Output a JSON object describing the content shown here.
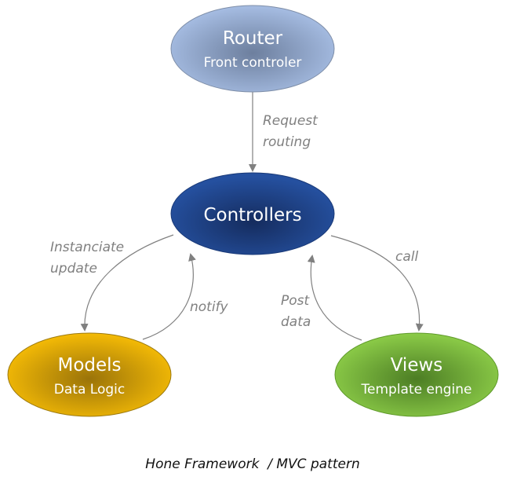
{
  "nodes": {
    "router": {
      "title": "Router",
      "subtitle": "Front controler"
    },
    "controllers": {
      "title": "Controllers"
    },
    "models": {
      "title": "Models",
      "subtitle": "Data Logic"
    },
    "views": {
      "title": "Views",
      "subtitle": "Template engine"
    }
  },
  "edges": {
    "request_routing": {
      "line1": "Request",
      "line2": "routing"
    },
    "instanciate_update": {
      "line1": "Instanciate",
      "line2": "update"
    },
    "notify": {
      "line1": "notify"
    },
    "call": {
      "line1": "call"
    },
    "post_data": {
      "line1": "Post",
      "line2": "data"
    }
  },
  "caption": "Hone Framework  / MVC pattern",
  "colors": {
    "router": "#8fa7cf",
    "controllers": "#1f4592",
    "models": "#e3a806",
    "views": "#7abf3c",
    "arrow": "#808080"
  }
}
